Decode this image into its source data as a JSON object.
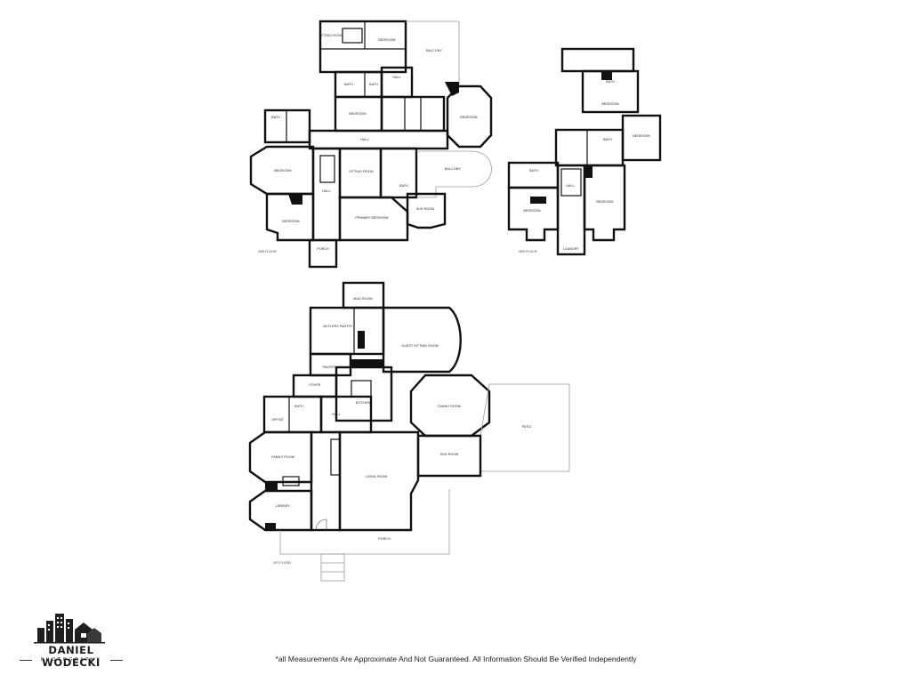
{
  "branding": {
    "name": "DANIEL WODECKI",
    "subtitle": "PHOTOGRAPHY",
    "logo_icon": "buildings-skyline-icon"
  },
  "disclaimer": "*all Measurements Are Approximate And Not Guaranteed. All Information Should Be Verified Independently",
  "floors": {
    "second": {
      "label": "2ND FLOOR",
      "rooms": {
        "sitting_top": "SITTING ROOM",
        "bedroom_top": "BEDROOM",
        "balcony_top": "BALCONY",
        "bath_a": "BATH",
        "hall_a": "HALL",
        "bath_b": "BATH",
        "bedroom_mid": "BEDROOM",
        "bedroom_oct": "BEDROOM",
        "bath_c": "BATH",
        "hall_b": "HALL",
        "bedroom_west": "BEDROOM",
        "hall_c": "HALL",
        "sitting_mid": "SITTING ROOM",
        "balcony_mid": "BALCONY",
        "bath_d": "BATH",
        "bedroom_sw": "BEDROOM",
        "primary_bedroom": "PRIMARY BEDROOM",
        "sun_room": "SUN ROOM",
        "porch": "PORCH"
      }
    },
    "third": {
      "label": "3RD FLOOR",
      "rooms": {
        "bath_a": "BATH",
        "bedroom_a": "BEDROOM",
        "bedroom_b": "BEDROOM",
        "bath_b": "BATH",
        "bath_c": "BATH",
        "hall": "HALL",
        "bedroom_c": "BEDROOM",
        "bedroom_d": "BEDROOM",
        "laundry": "LAUNDRY"
      }
    },
    "first": {
      "label": "1ST FLOOR",
      "rooms": {
        "mud_room": "MUD ROOM",
        "butlers_pantry": "BUTLERS PANTRY",
        "guest_sitting": "GUEST SITTING ROOM",
        "hall": "HALL",
        "pantry": "PANTRY",
        "kitchen": "KITCHEN",
        "bath": "BATH",
        "office": "OFFICE",
        "dining_room": "DINING ROOM",
        "foyer": "FOYER",
        "patio": "PATIO",
        "family_room": "FAMILY ROOM",
        "living_room": "LIVING ROOM",
        "sun_room": "SUN ROOM",
        "library": "LIBRARY",
        "porch": "PORCH"
      }
    }
  }
}
